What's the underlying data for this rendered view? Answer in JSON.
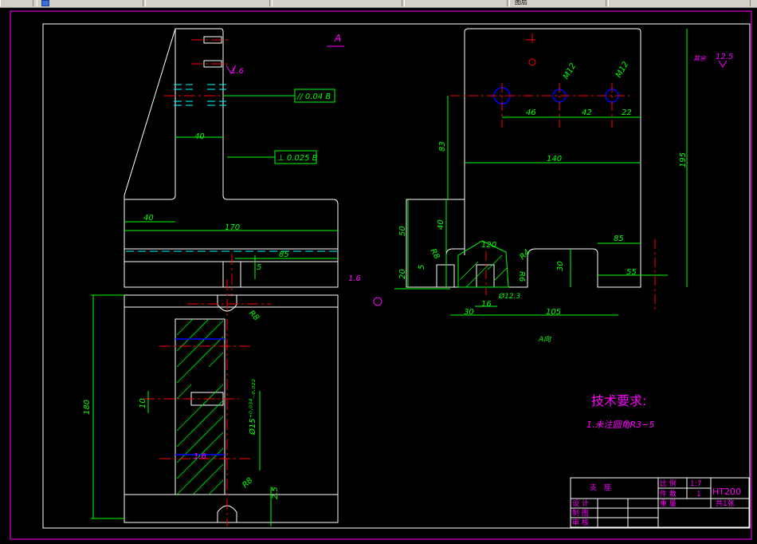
{
  "toolbar": {
    "item_1": "",
    "item_2": "",
    "item_3": "",
    "item_4": "",
    "item_5": "图层"
  },
  "dims": {
    "d40_top": "40",
    "d40_left": "40",
    "d170": "170",
    "d85_left": "85",
    "d5": "5",
    "d46": "46",
    "d42": "42",
    "d22": "22",
    "d140": "140",
    "d83": "83",
    "d195": "195",
    "d50": "50",
    "d40_mid": "40",
    "d20": "20",
    "d5_mid": "5",
    "d30_bot": "30",
    "d105": "105",
    "d16": "16",
    "d30_right": "30",
    "d85_right": "85",
    "d55": "55",
    "d180": "180",
    "d10": "10",
    "d2_5": "2.5",
    "d120": "120",
    "r8": "R8",
    "r4": "R4",
    "r6": "R6",
    "r8_a": "R8",
    "r8_b": "R8",
    "m12_a": "M12",
    "m12_b": "M12",
    "d12_3": "Ø12.3",
    "hole_fit": "Ø15⁺⁰·⁰³⁴₋₀.₀₂₂"
  },
  "annotations": {
    "section_a": "A",
    "view_a": "A向",
    "parallel_tol": "// 0.04 B",
    "perp_tol": "⊥ 0.025 B",
    "ra_1_6_a": "1.6",
    "ra_1_6_b": "1.6",
    "ra_1_6_c": "1.6",
    "ra_12_5": "12.5",
    "other": "其余"
  },
  "requirements": {
    "title": "技术要求:",
    "item_1": "1.未注圆角R3−5"
  },
  "title_block": {
    "part_name": "支　座",
    "scale_label": "比 例",
    "scale_value": "1:7",
    "qty_label": "件 数",
    "qty_value": "1",
    "weight_label": "重 量",
    "material": "HT200",
    "sheets": "共1张",
    "design": "设 计",
    "draw": "制 图",
    "check": "审 核"
  },
  "colors": {
    "outline": "#ffffff",
    "dimension": "#00ff00",
    "annotation": "#ff00ff",
    "centerline": "#ff0000",
    "hidden": "#00ffff"
  }
}
